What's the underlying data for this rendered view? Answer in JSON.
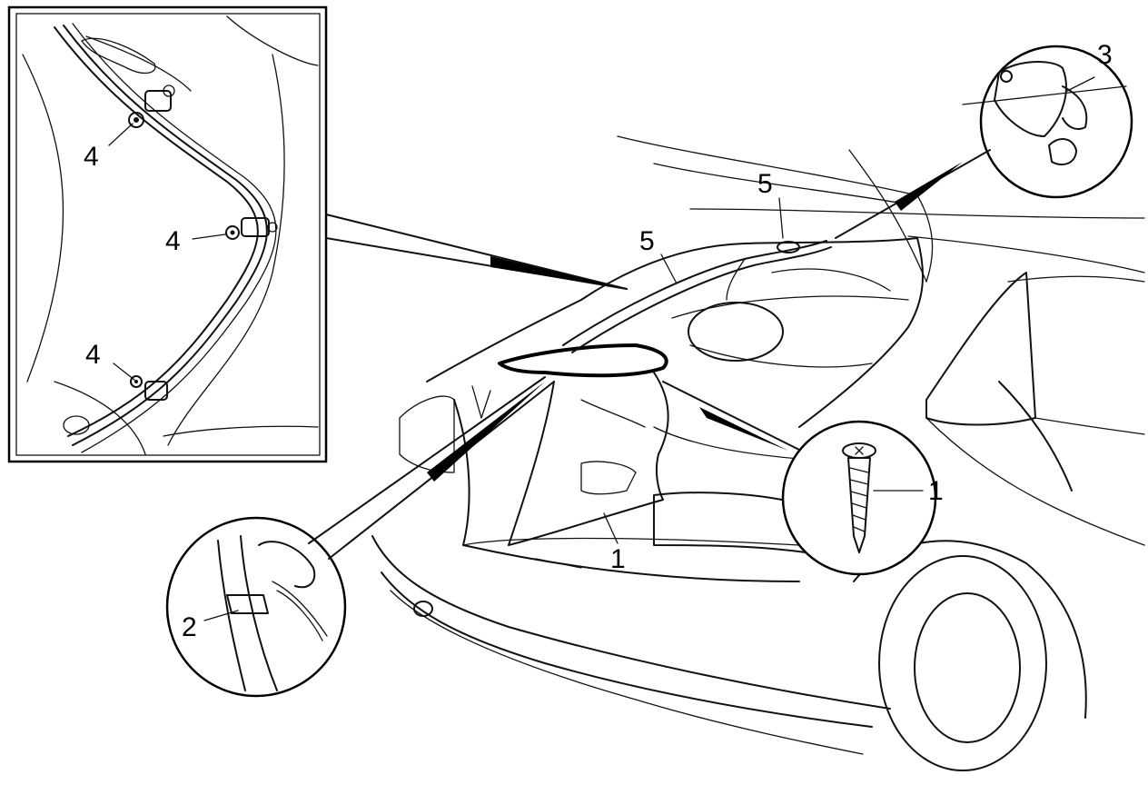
{
  "diagram": {
    "callouts": [
      {
        "id": "c1a",
        "label": "1",
        "part": "trim-panel"
      },
      {
        "id": "c1b",
        "label": "1",
        "part": "screw"
      },
      {
        "id": "c2",
        "label": "2",
        "part": "wiring-clip"
      },
      {
        "id": "c3",
        "label": "3",
        "part": "lamp-holder"
      },
      {
        "id": "c4a",
        "label": "4",
        "part": "harness-clip"
      },
      {
        "id": "c4b",
        "label": "4",
        "part": "harness-clip"
      },
      {
        "id": "c4c",
        "label": "4",
        "part": "harness-clip"
      },
      {
        "id": "c5a",
        "label": "5",
        "part": "wiring-harness"
      },
      {
        "id": "c5b",
        "label": "5",
        "part": "wiring-harness"
      }
    ],
    "colors": {
      "ink": "#111111",
      "paper": "#ffffff"
    }
  }
}
